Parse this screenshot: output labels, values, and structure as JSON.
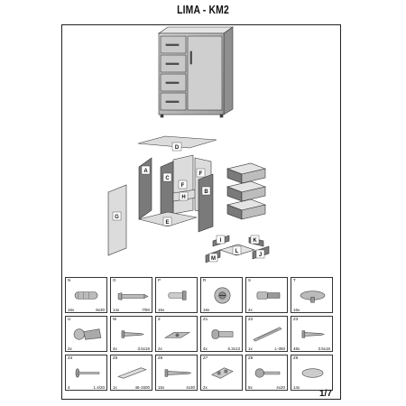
{
  "document": {
    "title": "LIMA - KM2",
    "page": "1/7"
  },
  "panels": {
    "A": "A",
    "B": "B",
    "C": "C",
    "D": "D",
    "E": "E",
    "F": "F",
    "G": "G",
    "H": "H",
    "I": "I",
    "J": "J",
    "K": "K",
    "L": "L",
    "M": "M"
  },
  "hardware": [
    {
      "code": "N",
      "qty": "16x",
      "size": "8x30",
      "icon": "dowel-icon"
    },
    {
      "code": "O",
      "qty": "14x",
      "size": "7/50",
      "icon": "confirmat-screw-icon"
    },
    {
      "code": "P",
      "qty": "16x",
      "size": "",
      "icon": "plastic-plug-icon"
    },
    {
      "code": "R",
      "qty": "16x",
      "size": "",
      "icon": "cam-lock-icon"
    },
    {
      "code": "S",
      "qty": "4x",
      "size": "",
      "icon": "connector-bolt-icon"
    },
    {
      "code": "T",
      "qty": "16x",
      "size": "",
      "icon": "furniture-glide-icon"
    },
    {
      "code": "U",
      "qty": "2x",
      "size": "",
      "icon": "hinge-icon"
    },
    {
      "code": "W",
      "qty": "4x",
      "size": "3.5x16",
      "icon": "wood-screw-icon"
    },
    {
      "code": "Z",
      "qty": "2x",
      "size": "",
      "icon": "hinge-plate-icon"
    },
    {
      "code": "Z1",
      "qty": "4x",
      "size": "6.3x13",
      "icon": "euro-screw-icon"
    },
    {
      "code": "Z2",
      "qty": "1x",
      "size": "L-350",
      "icon": "drawer-slide-icon"
    },
    {
      "code": "Z3",
      "qty": "48x",
      "size": "3.5x16",
      "icon": "wood-screw-icon"
    },
    {
      "code": "Z4",
      "qty": "4",
      "size": "1.4/20",
      "icon": "nail-icon"
    },
    {
      "code": "Z5",
      "qty": "1x",
      "size": "46-1500",
      "icon": "handle-profile-icon"
    },
    {
      "code": "Z6",
      "qty": "15x",
      "size": "4x30",
      "icon": "long-screw-icon"
    },
    {
      "code": "Z7",
      "qty": "2x",
      "size": "",
      "icon": "shelf-support-icon"
    },
    {
      "code": "Z8",
      "qty": "8x",
      "size": "4x20",
      "icon": "handle-screw-icon"
    },
    {
      "code": "Z9",
      "qty": "14x",
      "size": "",
      "icon": "felt-pad-icon"
    }
  ]
}
